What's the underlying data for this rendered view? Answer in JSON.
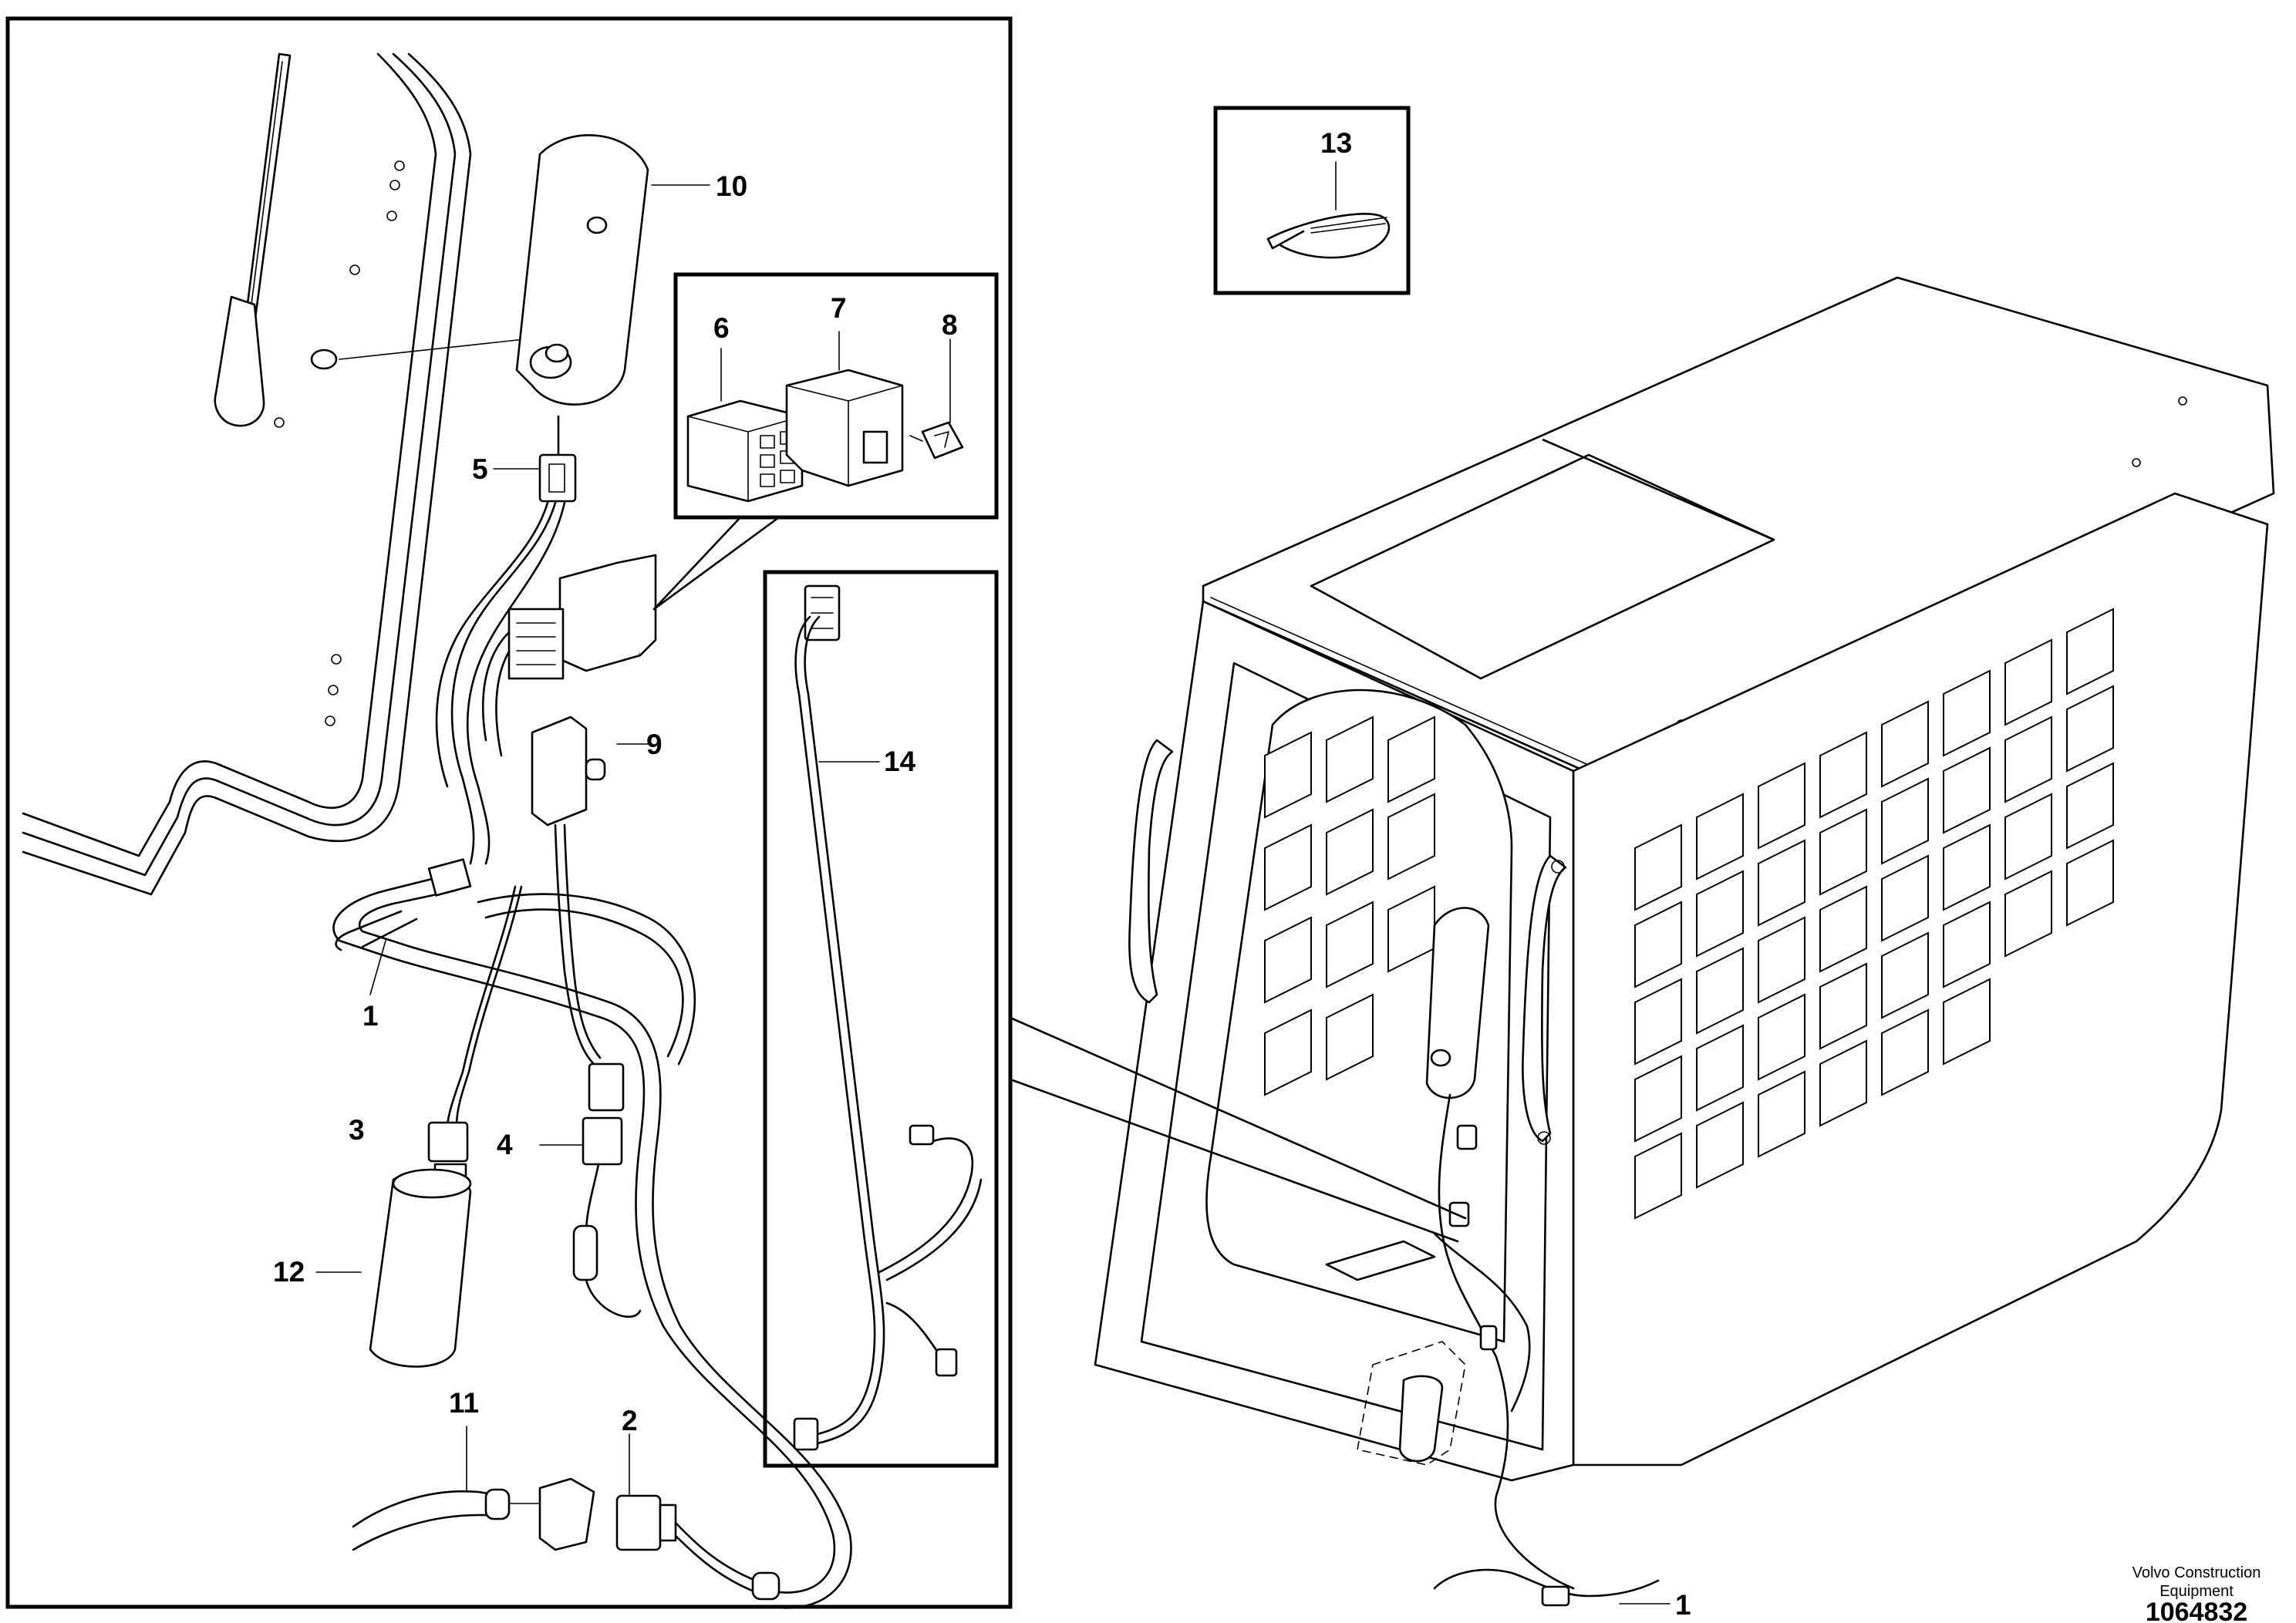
{
  "callouts": {
    "c1": "1",
    "c2": "2",
    "c3": "3",
    "c4": "4",
    "c5": "5",
    "c6": "6",
    "c7": "7",
    "c8": "8",
    "c9": "9",
    "c10": "10",
    "c11": "11",
    "c12": "12",
    "c13": "13",
    "c14": "14",
    "c1b": "1"
  },
  "footer": {
    "brand_line1": "Volvo Construction",
    "brand_line2": "Equipment",
    "doc_number": "1064832"
  }
}
